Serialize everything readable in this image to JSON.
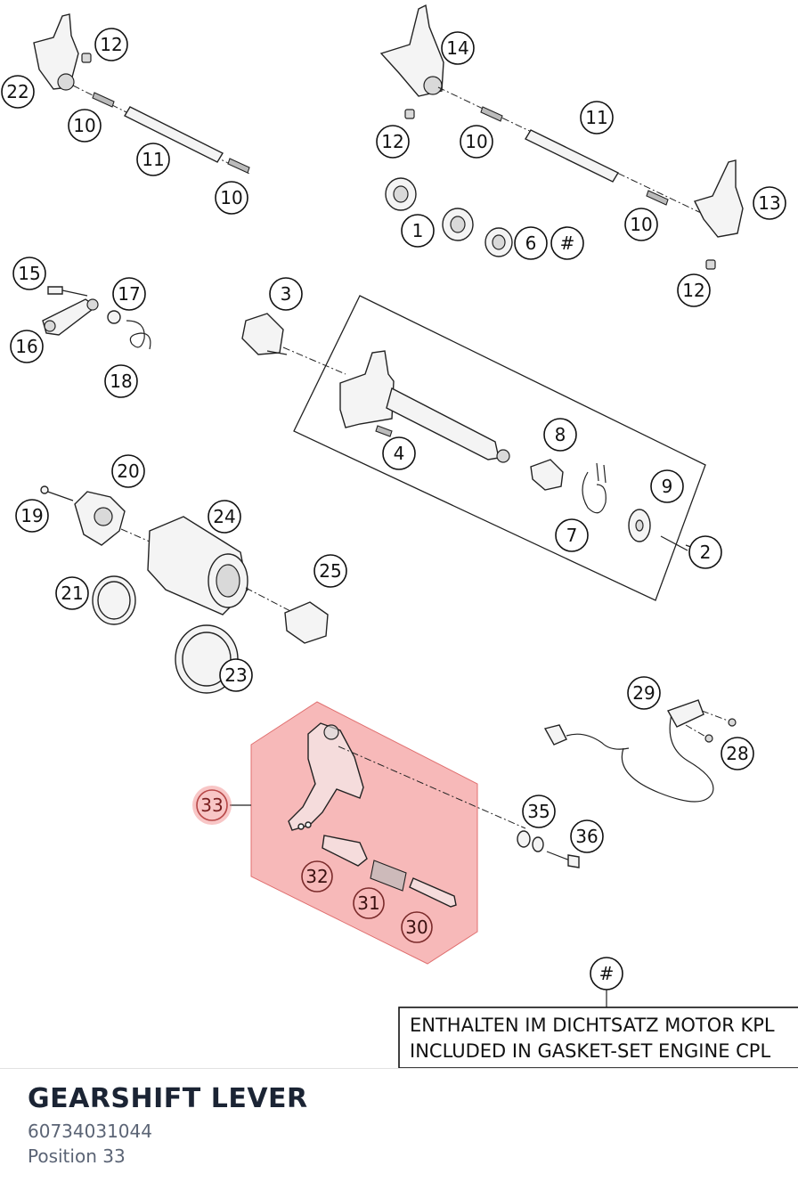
{
  "diagram": {
    "labels": {
      "l1": "1",
      "l2": "2",
      "l3": "3",
      "l4": "4",
      "l6": "6",
      "l7": "7",
      "l8": "8",
      "l9": "9",
      "l10": "10",
      "l11": "11",
      "l12": "12",
      "l13": "13",
      "l14": "14",
      "l15": "15",
      "l16": "16",
      "l17": "17",
      "l18": "18",
      "l19": "19",
      "l20": "20",
      "l21": "21",
      "l22": "22",
      "l23": "23",
      "l24": "24",
      "l25": "25",
      "l28": "28",
      "l29": "29",
      "l30": "30",
      "l31": "31",
      "l32": "32",
      "l33": "33",
      "l35": "35",
      "l36": "36",
      "hash": "#"
    },
    "highlight_color": "#f08080",
    "note": {
      "line1": "ENTHALTEN IM DICHTSATZ MOTOR KPL",
      "line2": "INCLUDED IN GASKET-SET ENGINE CPL"
    }
  },
  "part": {
    "name": "GEARSHIFT LEVER",
    "number": "60734031044",
    "position": "Position 33"
  }
}
